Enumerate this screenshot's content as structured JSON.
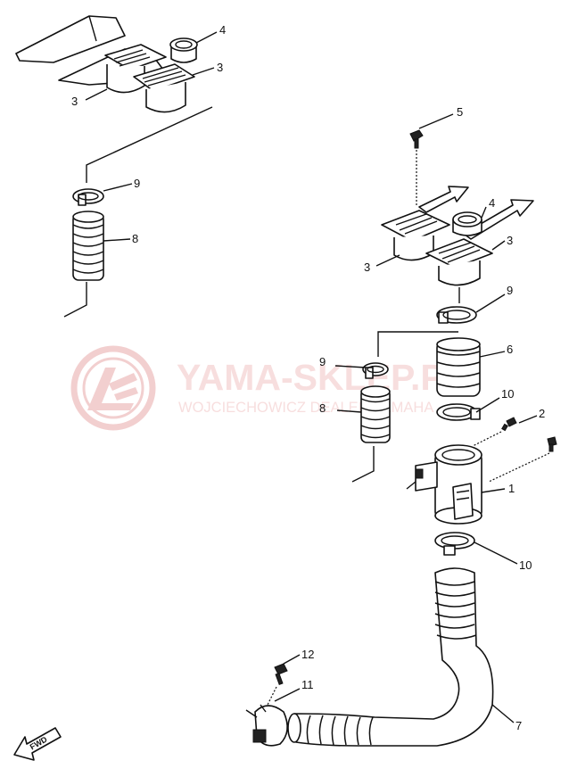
{
  "watermark": {
    "brand": "YAMA-SKLEP.PL",
    "tagline": "WOJCIECHOWICZ DEALER YAMAHA",
    "color": "#e8a9a9"
  },
  "direction_label": "FWD",
  "callouts": {
    "top_4": "4",
    "top_3_right": "3",
    "top_3_left": "3",
    "top_9": "9",
    "top_8": "8",
    "right_5": "5",
    "right_4": "4",
    "right_3_right": "3",
    "right_3_left": "3",
    "right_9": "9",
    "right_6": "6",
    "right_10_upper": "10",
    "right_2": "2",
    "right_1": "1",
    "right_10_lower": "10",
    "left_9": "9",
    "left_8": "8",
    "bottom_12": "12",
    "bottom_11": "11",
    "bottom_7": "7"
  }
}
